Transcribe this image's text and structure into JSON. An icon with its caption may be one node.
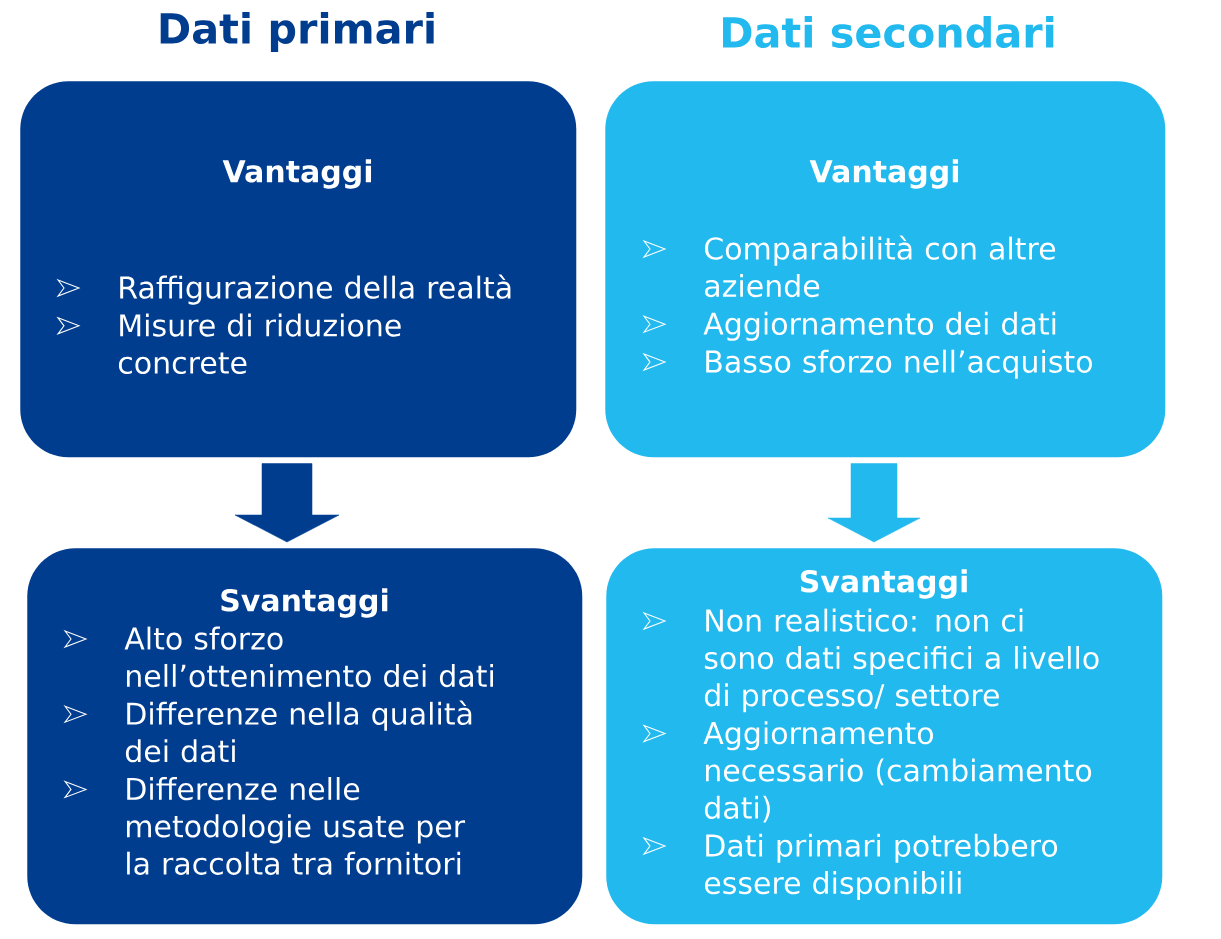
{
  "diagram": {
    "nodes": [
      {
        "text": [
          "Vantaggi",
          "Raffigurazione della realtà",
          "Misure di riduzione concrete"
        ]
      },
      {
        "text": [
          "Vantaggi",
          "Comparabilità con altre aziende",
          "Aggiornamento dei dati",
          "Basso sforzo nell’acquisto"
        ]
      },
      {
        "text": [
          "Svantaggi",
          "Alto sforzo nell’ottenimento dei dati",
          "Differenze nella qualità dei dati",
          "Differenze nelle metodologie usate per la raccolta tra fornitori"
        ]
      },
      {
        "text": [
          "Svantaggi",
          "Non realistico: non ci sono dati specifici a livello di processo/ settore",
          "Aggiornamento necessario (cambiamento dati)",
          "Dati primari potrebbero essere disponibili"
        ]
      }
    ],
    "edges": [
      {
        "from": 0,
        "to": 2,
        "arrow": "to",
        "color": "#003d8f"
      },
      {
        "from": 1,
        "to": 3,
        "arrow": "to",
        "color": "#22b9ee"
      }
    ],
    "labels": [
      "Dati primari",
      "Dati secondari"
    ]
  }
}
